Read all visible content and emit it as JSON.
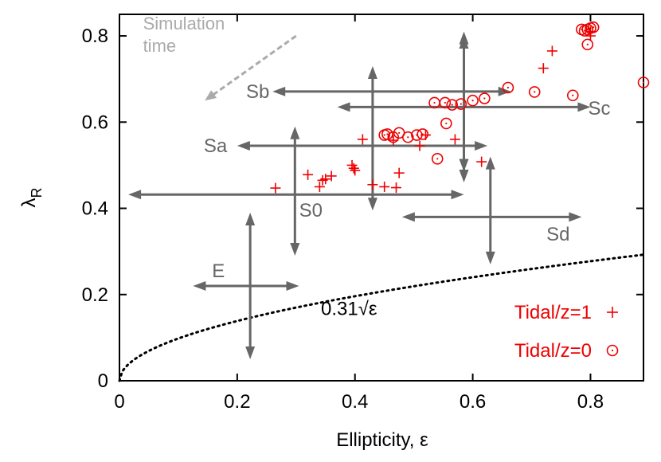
{
  "chart_data": {
    "type": "scatter",
    "title": "",
    "xlabel": "Ellipticity, ε",
    "ylabel_main": "λ",
    "ylabel_sub": "R",
    "xlim": [
      0,
      0.89
    ],
    "ylim": [
      0,
      0.85
    ],
    "x_ticks": [
      0,
      0.2,
      0.4,
      0.6,
      0.8
    ],
    "y_ticks": [
      0,
      0.2,
      0.4,
      0.6,
      0.8
    ],
    "x_tick_labels": [
      "0",
      "0.2",
      "0.4",
      "0.6",
      "0.8"
    ],
    "y_tick_labels": [
      "0",
      "0.2",
      "0.4",
      "0.6",
      "0.8"
    ],
    "grid": false,
    "legend_position": "bottom-right",
    "colors": {
      "series": "#ee0000",
      "regions": "#666666",
      "annotation": "#aaaaaa",
      "curve": "#000000"
    },
    "series": [
      {
        "name": "Tidal/z=1",
        "marker": "plus",
        "points": [
          [
            0.265,
            0.447
          ],
          [
            0.32,
            0.478
          ],
          [
            0.34,
            0.45
          ],
          [
            0.345,
            0.465
          ],
          [
            0.35,
            0.468
          ],
          [
            0.36,
            0.475
          ],
          [
            0.395,
            0.5
          ],
          [
            0.398,
            0.493
          ],
          [
            0.4,
            0.488
          ],
          [
            0.413,
            0.56
          ],
          [
            0.43,
            0.455
          ],
          [
            0.45,
            0.45
          ],
          [
            0.465,
            0.558
          ],
          [
            0.47,
            0.448
          ],
          [
            0.475,
            0.482
          ],
          [
            0.51,
            0.545
          ],
          [
            0.52,
            0.57
          ],
          [
            0.57,
            0.56
          ],
          [
            0.615,
            0.508
          ],
          [
            0.72,
            0.725
          ],
          [
            0.735,
            0.765
          ],
          [
            0.8,
            0.81
          ],
          [
            0.8,
            0.8
          ]
        ]
      },
      {
        "name": "Tidal/z=0",
        "marker": "circle",
        "points": [
          [
            0.45,
            0.57
          ],
          [
            0.455,
            0.572
          ],
          [
            0.465,
            0.565
          ],
          [
            0.475,
            0.575
          ],
          [
            0.49,
            0.565
          ],
          [
            0.505,
            0.57
          ],
          [
            0.515,
            0.572
          ],
          [
            0.535,
            0.645
          ],
          [
            0.54,
            0.515
          ],
          [
            0.553,
            0.645
          ],
          [
            0.555,
            0.597
          ],
          [
            0.565,
            0.64
          ],
          [
            0.58,
            0.642
          ],
          [
            0.6,
            0.65
          ],
          [
            0.62,
            0.655
          ],
          [
            0.66,
            0.68
          ],
          [
            0.705,
            0.67
          ],
          [
            0.77,
            0.662
          ],
          [
            0.785,
            0.815
          ],
          [
            0.79,
            0.812
          ],
          [
            0.795,
            0.815
          ],
          [
            0.8,
            0.818
          ],
          [
            0.805,
            0.82
          ],
          [
            0.795,
            0.78
          ],
          [
            0.89,
            0.692
          ]
        ]
      }
    ],
    "curve": {
      "label": "0.31√ε",
      "coefficient": 0.31,
      "style": "dotted"
    },
    "regions": [
      {
        "label": "Sb",
        "x_range": [
          0.26,
          0.665
        ],
        "y_center": 0.671,
        "x_center": 0.585,
        "y_range": [
          0.485,
          0.81
        ],
        "label_at": [
          0.235,
          0.671
        ]
      },
      {
        "label": "Sc",
        "x_range": [
          0.37,
          0.8
        ],
        "y_center": 0.635,
        "x_center": 0.585,
        "y_range": [
          0.46,
          0.8
        ],
        "label_at": [
          0.815,
          0.632
        ]
      },
      {
        "label": "Sa",
        "x_range": [
          0.2,
          0.625
        ],
        "y_center": 0.545,
        "x_center": 0.43,
        "y_range": [
          0.395,
          0.73
        ],
        "label_at": [
          0.163,
          0.545
        ]
      },
      {
        "label": "S0",
        "x_range": [
          0.015,
          0.585
        ],
        "y_center": 0.432,
        "x_center": 0.298,
        "y_range": [
          0.29,
          0.59
        ],
        "label_at": [
          0.325,
          0.395
        ]
      },
      {
        "label": "Sd",
        "x_range": [
          0.48,
          0.785
        ],
        "y_center": 0.38,
        "x_center": 0.63,
        "y_range": [
          0.27,
          0.52
        ],
        "label_at": [
          0.745,
          0.34
        ]
      },
      {
        "label": "E",
        "x_range": [
          0.125,
          0.305
        ],
        "y_center": 0.22,
        "x_center": 0.222,
        "y_range": [
          0.05,
          0.39
        ],
        "label_at": [
          0.168,
          0.255
        ]
      }
    ],
    "annotation": {
      "lines": [
        "Simulation",
        "time"
      ],
      "arrow_from": [
        0.3,
        0.8
      ],
      "arrow_to": [
        0.145,
        0.65
      ]
    }
  }
}
